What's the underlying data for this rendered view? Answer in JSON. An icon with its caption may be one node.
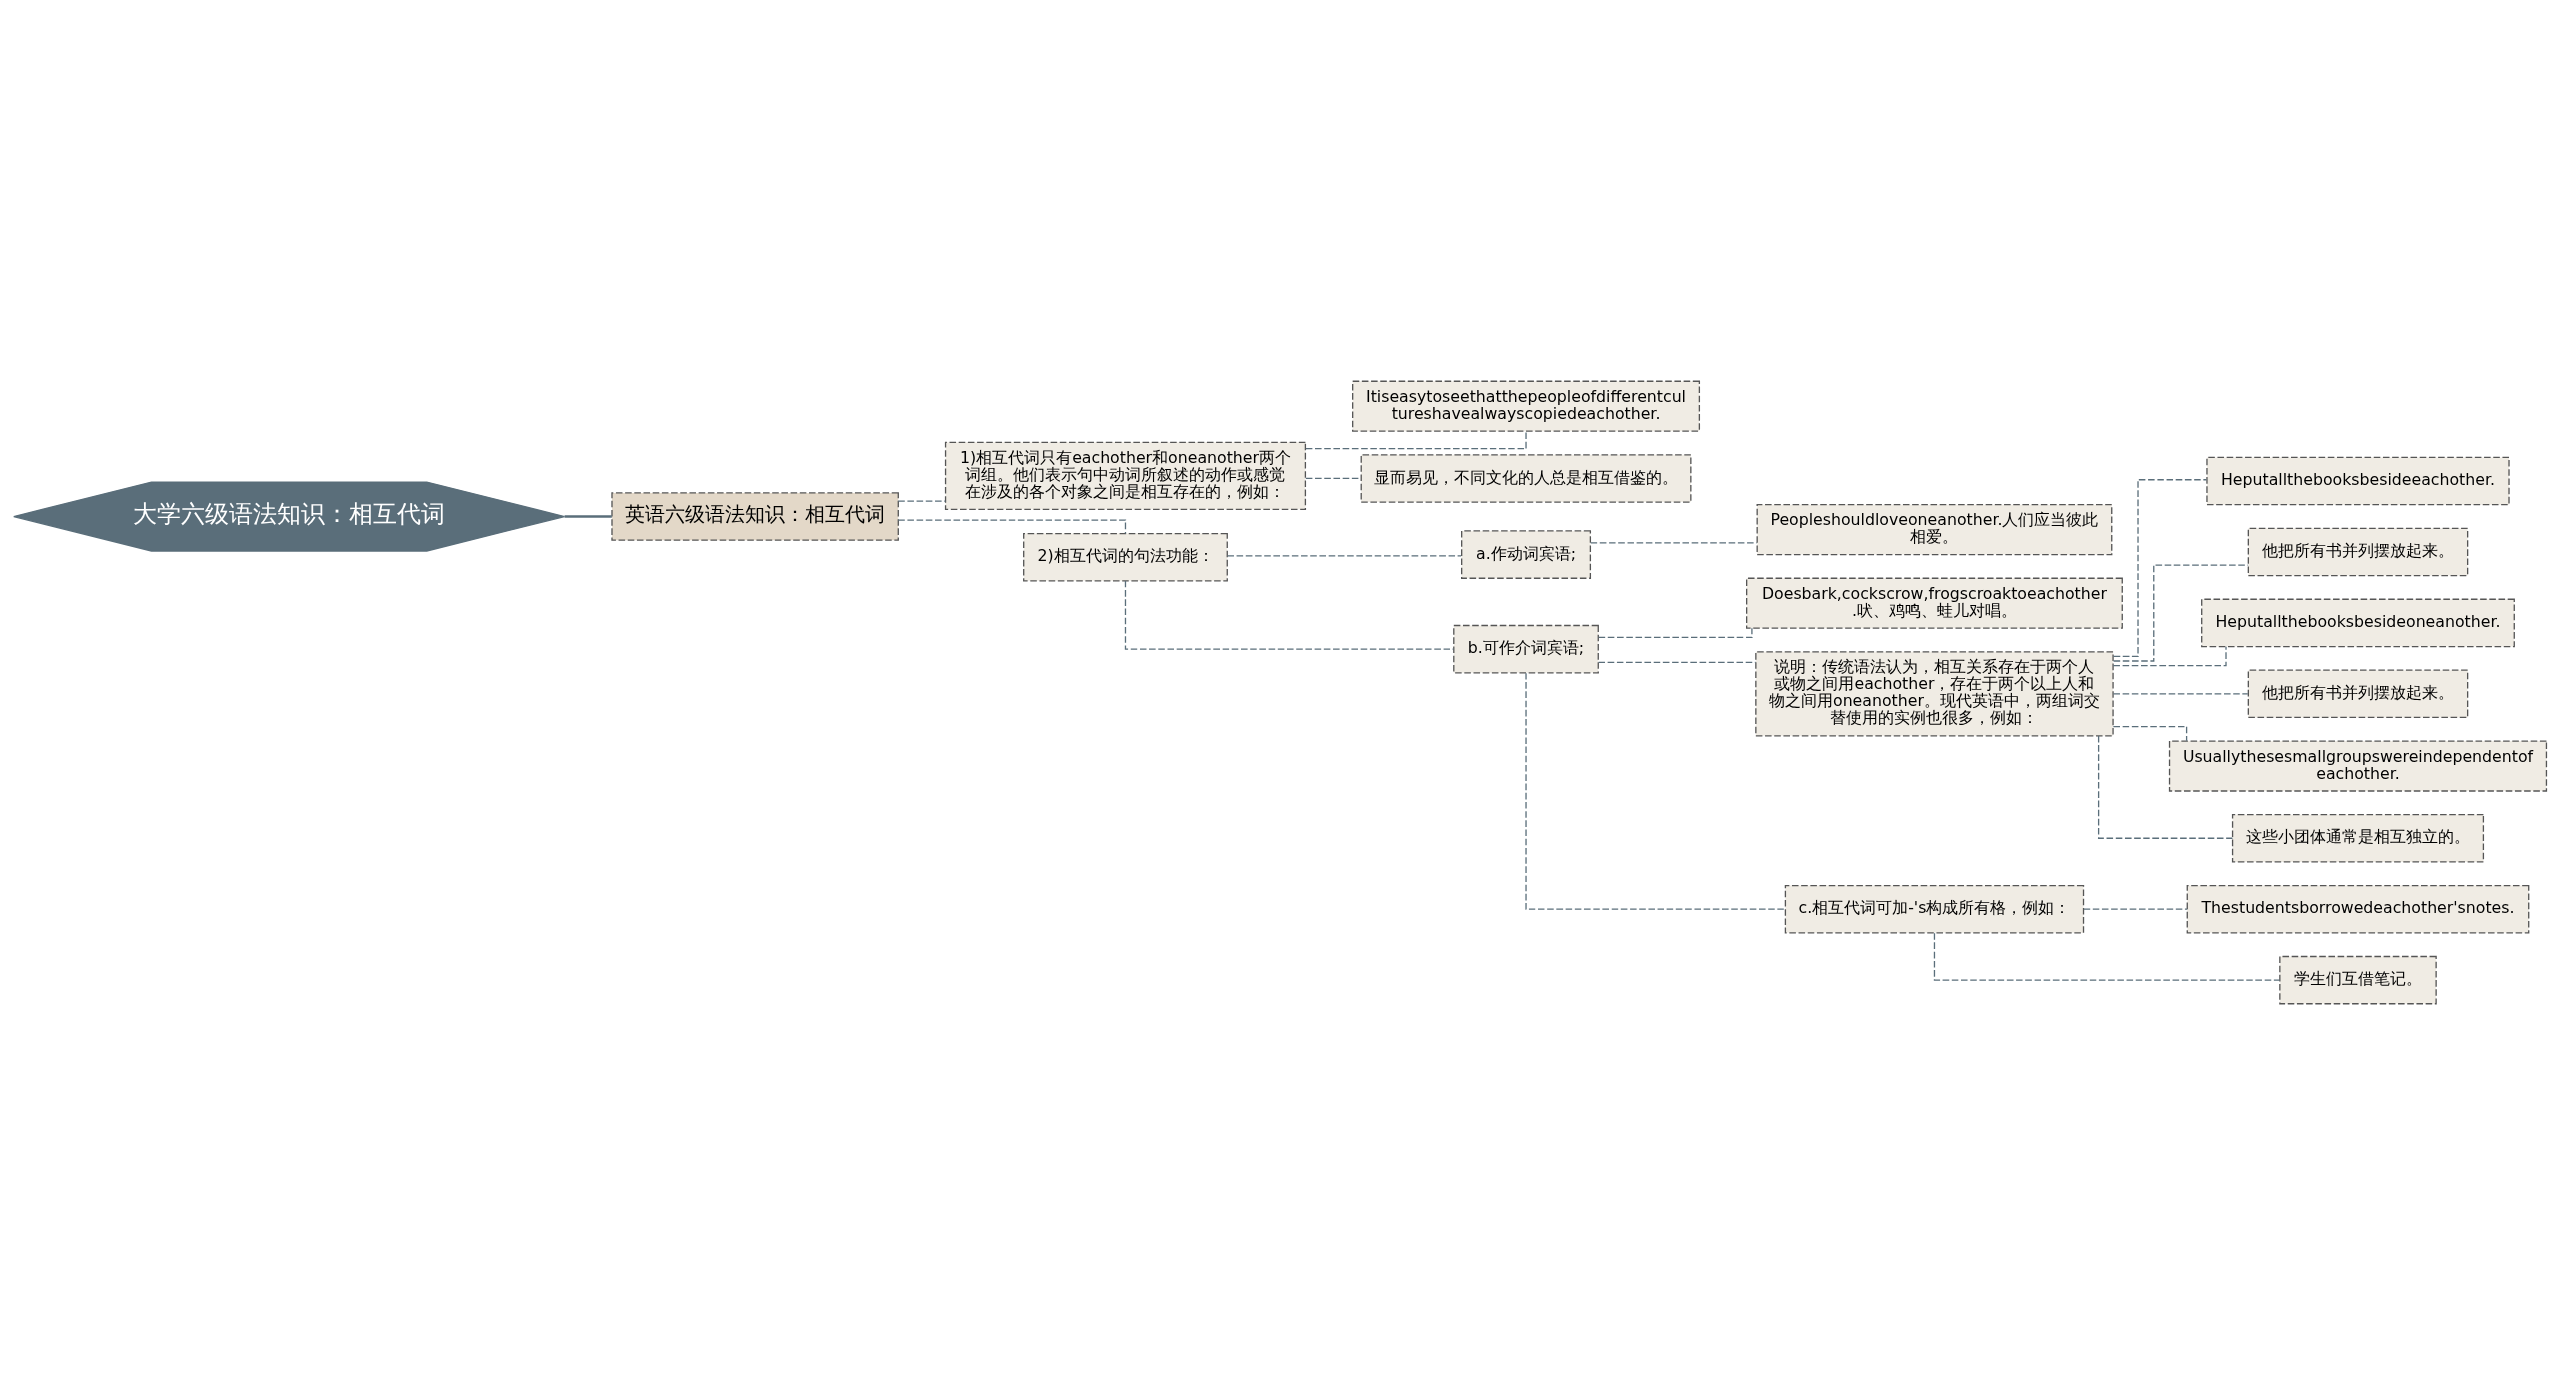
{
  "diagram": {
    "nodes": [
      {
        "text": [
          "大学六级语法知识：相互代词"
        ]
      },
      {
        "text": [
          "英语六级语法知识：相互代词"
        ]
      },
      {
        "text": [
          "1)相互代词只有eachother和oneanother两个词组。他们表示句中动词所叙述的动作或感觉在涉及的各个对象之间是相互存在的，例如："
        ]
      },
      {
        "text": [
          "Itiseasytoseethatthepeopleofdifferentcultureshavealwayscopiedeachother."
        ]
      },
      {
        "text": [
          "显而易见，不同文化的人总是相互借鉴的。"
        ]
      },
      {
        "text": [
          "2)相互代词的句法功能："
        ]
      },
      {
        "text": [
          "a.作动词宾语;"
        ]
      },
      {
        "text": [
          "Peopleshouldloveoneanother.人们应当彼此相爱。"
        ]
      },
      {
        "text": [
          "b.可作介词宾语;"
        ]
      },
      {
        "text": [
          "Doesbark,cockscrow,frogscroaktoeachother.吠、鸡鸣、蛙儿对唱。"
        ]
      },
      {
        "text": [
          "说明：传统语法认为，相互关系存在于两个人或物之间用eachother，存在于两个以上人和物之间用oneanother。现代英语中，两组词交替使用的实例也很多，例如："
        ]
      },
      {
        "text": [
          "Heputallthebooksbesideeachother."
        ]
      },
      {
        "text": [
          "他把所有书并列摆放起来。"
        ]
      },
      {
        "text": [
          "Heputallthebooksbesideoneanother."
        ]
      },
      {
        "text": [
          "他把所有书并列摆放起来。"
        ]
      },
      {
        "text": [
          "Usuallythesesmallgroupswereindependentofeachother."
        ]
      },
      {
        "text": [
          "这些小团体通常是相互独立的。"
        ]
      },
      {
        "text": [
          "c.相互代词可加-'s构成所有格，例如："
        ]
      },
      {
        "text": [
          "Thestudentsborrowedeachother'snotes."
        ]
      },
      {
        "text": [
          "学生们互借笔记。"
        ]
      }
    ],
    "edges": [
      {
        "from": 0,
        "to": 1,
        "arrow": "none"
      },
      {
        "from": 1,
        "to": 2,
        "arrow": "none",
        "style": "dashed"
      },
      {
        "from": 2,
        "to": 3,
        "arrow": "none",
        "style": "dashed"
      },
      {
        "from": 2,
        "to": 4,
        "arrow": "none",
        "style": "dashed"
      },
      {
        "from": 1,
        "to": 5,
        "arrow": "none",
        "style": "dashed"
      },
      {
        "from": 5,
        "to": 6,
        "arrow": "none",
        "style": "dashed"
      },
      {
        "from": 6,
        "to": 7,
        "arrow": "none",
        "style": "dashed"
      },
      {
        "from": 5,
        "to": 8,
        "arrow": "none",
        "style": "dashed"
      },
      {
        "from": 8,
        "to": 9,
        "arrow": "none",
        "style": "dashed"
      },
      {
        "from": 8,
        "to": 10,
        "arrow": "none",
        "style": "dashed"
      },
      {
        "from": 10,
        "to": 11,
        "arrow": "none",
        "style": "dashed"
      },
      {
        "from": 10,
        "to": 12,
        "arrow": "none",
        "style": "dashed"
      },
      {
        "from": 10,
        "to": 13,
        "arrow": "none",
        "style": "dashed"
      },
      {
        "from": 10,
        "to": 14,
        "arrow": "none",
        "style": "dashed"
      },
      {
        "from": 10,
        "to": 15,
        "arrow": "none",
        "style": "dashed"
      },
      {
        "from": 10,
        "to": 16,
        "arrow": "none",
        "style": "dashed"
      },
      {
        "from": 8,
        "to": 17,
        "arrow": "none",
        "style": "dashed"
      },
      {
        "from": 17,
        "to": 18,
        "arrow": "none",
        "style": "dashed"
      },
      {
        "from": 17,
        "to": 19,
        "arrow": "none",
        "style": "dashed"
      }
    ]
  }
}
